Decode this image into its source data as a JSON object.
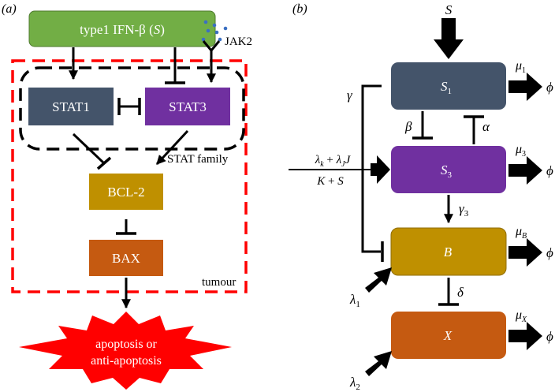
{
  "panel_a": {
    "label": "(a)",
    "ifn_label": "type1 IFN-β (",
    "ifn_symbol": "S",
    "ifn_close": ")",
    "jak2_label": "JAK2",
    "stat1_label": "STAT1",
    "stat3_label": "STAT3",
    "stat_family_label": "STAT family",
    "bcl2_label": "BCL-2",
    "bax_label": "BAX",
    "tumour_label": "tumour",
    "outcome_line1": "apoptosis or",
    "outcome_line2": "anti-apoptosis",
    "colors": {
      "ifn": "#72ae45",
      "stat1": "#44546a",
      "stat3": "#7030a0",
      "bcl2": "#bf9000",
      "bax": "#c55a11",
      "outcome": "#ff0000",
      "tumour_border": "#ff0000"
    }
  },
  "panel_b": {
    "label": "(b)",
    "input_S": "S",
    "s1_main": "S",
    "s1_sub": "1",
    "s3_main": "S",
    "s3_sub": "3",
    "b_label": "B",
    "x_label": "X",
    "mu1_main": "μ",
    "mu1_sub": "1",
    "mu3_main": "μ",
    "mu3_sub": "3",
    "muB_main": "μ",
    "muB_sub": "B",
    "muX_main": "μ",
    "muX_sub": "X",
    "phi": "ϕ",
    "gamma": "γ",
    "beta": "β",
    "alpha": "α",
    "gamma3_main": "γ",
    "gamma3_sub": "3",
    "delta": "δ",
    "lambda1_main": "λ",
    "lambda1_sub": "1",
    "lambda2_main": "λ",
    "lambda2_sub": "2",
    "frac_num_l1": "λ",
    "frac_num_l1_sub": "k",
    "frac_plus": " + ",
    "frac_num_l2": "λ",
    "frac_num_l2_sub": "J",
    "frac_num_j": "J",
    "frac_den_k": "K",
    "frac_den_plus": " + ",
    "frac_den_s": "S"
  }
}
